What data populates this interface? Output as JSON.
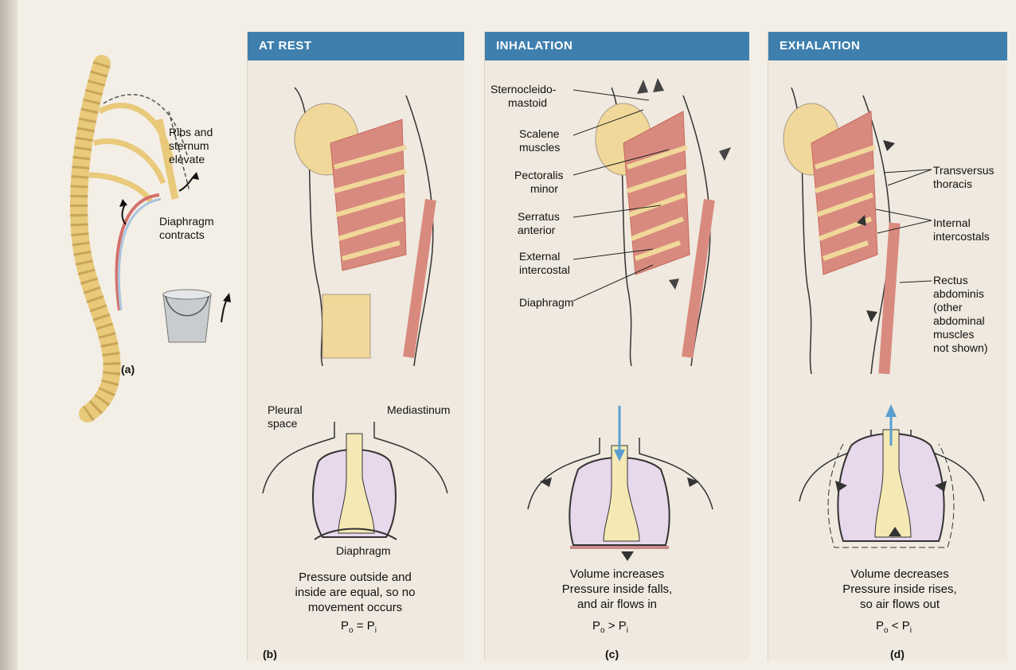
{
  "panel_a": {
    "label_ribs": [
      "Ribs and",
      "sternum",
      "elevate"
    ],
    "label_diaphragm": [
      "Diaphragm",
      "contracts"
    ],
    "fig_label": "(a)"
  },
  "panel_b": {
    "header": "AT REST",
    "label_pleural": [
      "Pleural",
      "space"
    ],
    "label_mediastinum": "Mediastinum",
    "label_diaphragm": "Diaphragm",
    "caption": [
      "Pressure outside and",
      "inside are equal, so no",
      "movement occurs"
    ],
    "eq": {
      "left": "P",
      "left_sub": "o",
      "op": " = ",
      "right": "P",
      "right_sub": "i"
    },
    "fig_label": "(b)"
  },
  "panel_c": {
    "header": "INHALATION",
    "muscles": [
      [
        "Sternocleido-",
        "mastoid"
      ],
      [
        "Scalene",
        "muscles"
      ],
      [
        "Pectoralis",
        "minor"
      ],
      [
        "Serratus",
        "anterior"
      ],
      [
        "External",
        "intercostal"
      ],
      [
        "Diaphragm"
      ]
    ],
    "caption": [
      "Volume increases",
      "Pressure inside falls,",
      "and air flows in"
    ],
    "eq": {
      "left": "P",
      "left_sub": "o",
      "op": " > ",
      "right": "P",
      "right_sub": "i"
    },
    "fig_label": "(c)"
  },
  "panel_d": {
    "header": "EXHALATION",
    "muscles": [
      [
        "Transversus",
        "thoracis"
      ],
      [
        "Internal",
        "intercostals"
      ],
      [
        "Rectus",
        "abdominis",
        "(other",
        "abdominal",
        "muscles",
        "not shown)"
      ]
    ],
    "caption": [
      "Volume decreases",
      "Pressure inside rises,",
      "so air flows out"
    ],
    "eq": {
      "left": "P",
      "left_sub": "o",
      "op": " < ",
      "right": "P",
      "right_sub": "i"
    },
    "fig_label": "(d)"
  },
  "colors": {
    "header": "#3e7fae",
    "muscle": "#d98a7e",
    "bone": "#f0d89a",
    "lung": "#e8d8ec",
    "arrow": "#5a9fd0"
  }
}
